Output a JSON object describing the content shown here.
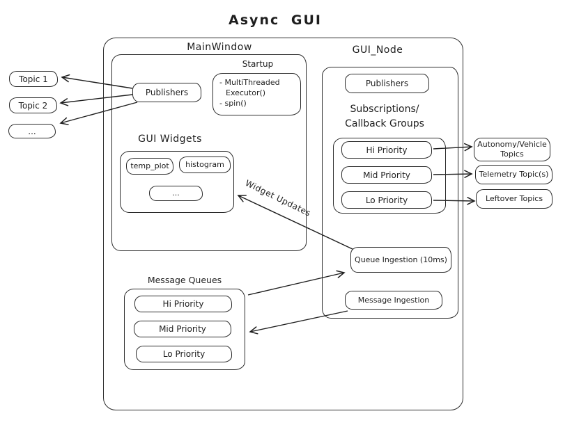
{
  "title": "Async GUI",
  "colors": {
    "stroke": "#1e1e1e",
    "background": "#ffffff"
  },
  "left_topics": {
    "items": [
      "Topic 1",
      "Topic 2",
      "..."
    ]
  },
  "main_window": {
    "label": "MainWindow",
    "publishers_label": "Publishers",
    "startup": {
      "label": "Startup",
      "line1": "- MultiThreaded",
      "line2": "Executor()",
      "line3": "- spin()"
    },
    "gui_widgets": {
      "label": "GUI Widgets",
      "items": [
        "temp_plot",
        "histogram",
        "..."
      ]
    },
    "message_queues": {
      "label": "Message Queues",
      "items": [
        "Hi Priority",
        "Mid Priority",
        "Lo Priority"
      ]
    }
  },
  "gui_node": {
    "label": "GUI_Node",
    "publishers_label": "Publishers",
    "subscriptions": {
      "label_line1": "Subscriptions/",
      "label_line2": "Callback Groups",
      "items": [
        "Hi Priority",
        "Mid Priority",
        "Lo Priority"
      ]
    },
    "queue_ingestion_label": "Queue Ingestion (10ms)",
    "message_ingestion_label": "Message Ingestion"
  },
  "right_topics": {
    "items": [
      "Autonomy/Vehicle Topics",
      "Telemetry Topic(s)",
      "Leftover Topics"
    ]
  },
  "edge_labels": {
    "widget_updates": "Widget Updates"
  }
}
